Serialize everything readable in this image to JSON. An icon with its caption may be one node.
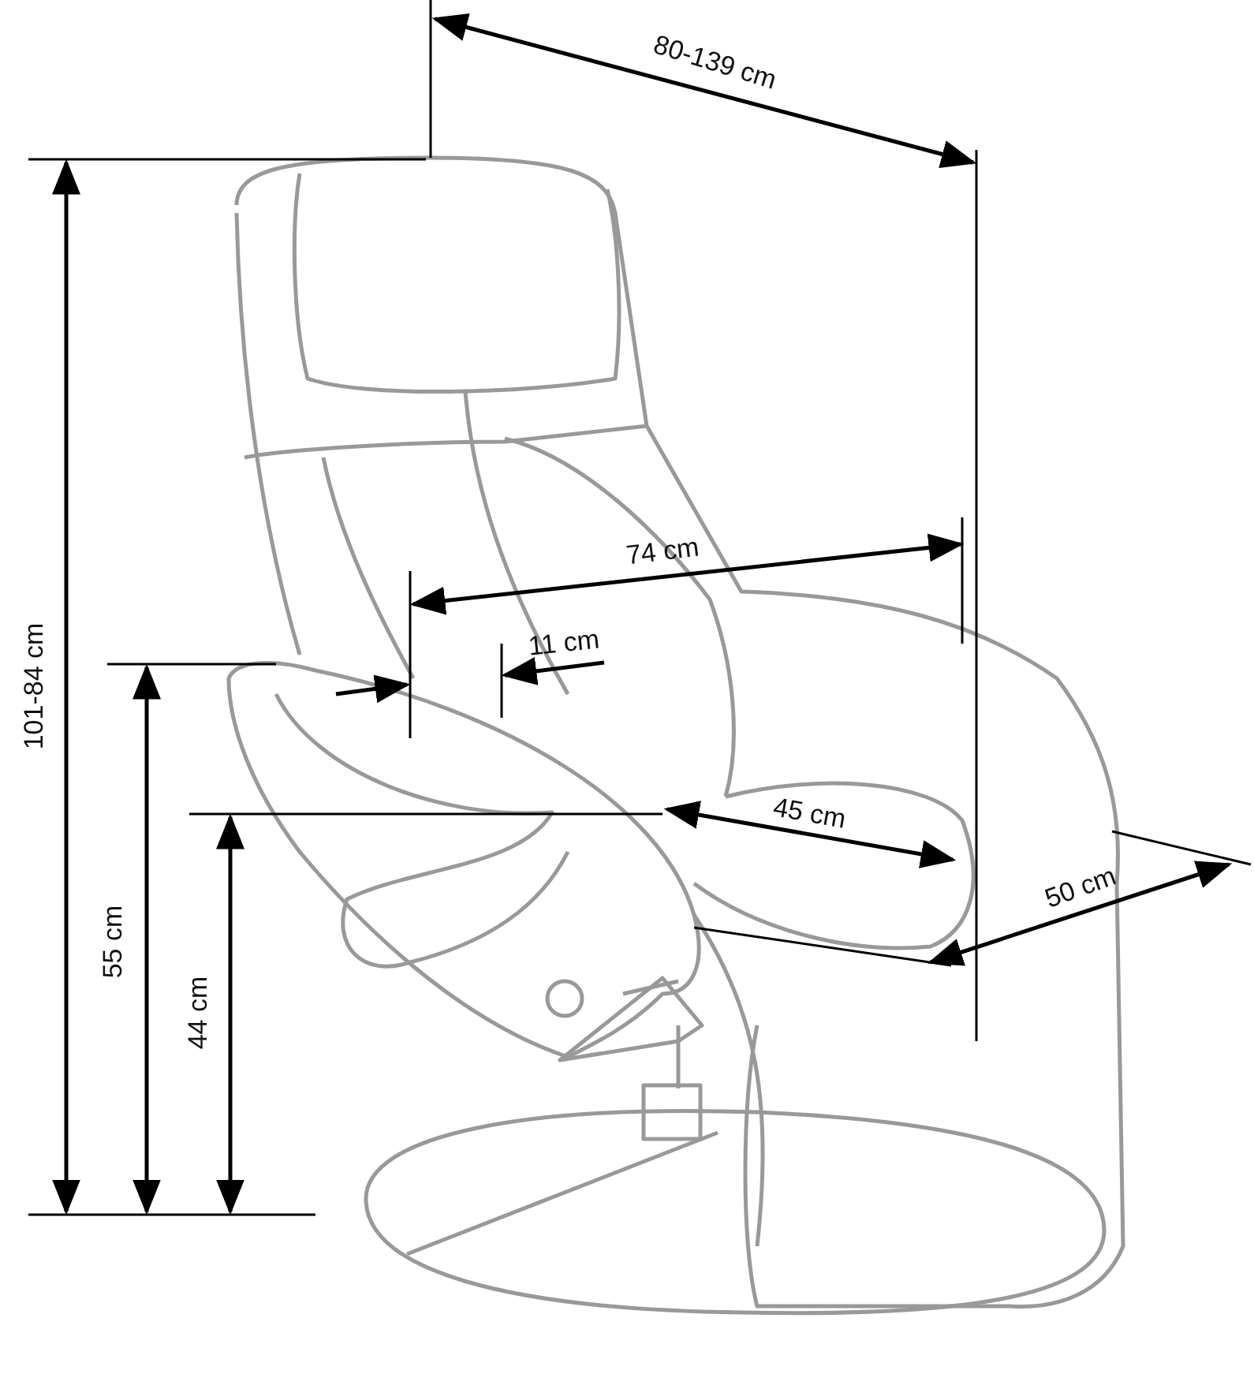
{
  "diagram": {
    "labels": [
      "80-139 cm",
      "74 cm",
      "11 cm",
      "101-84 cm",
      "45 cm",
      "50 cm",
      "55 cm",
      "44 cm"
    ]
  }
}
